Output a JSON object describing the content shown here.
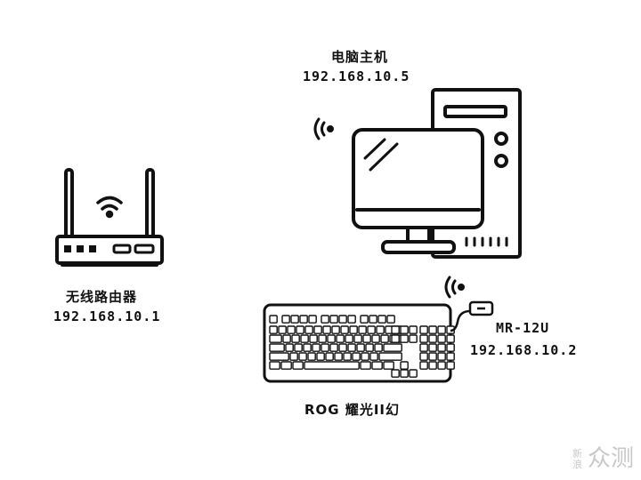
{
  "pc": {
    "name": "电脑主机",
    "ip": "192.168.10.5"
  },
  "router": {
    "name": "无线路由器",
    "ip": "192.168.10.1"
  },
  "receiver": {
    "model": "MR-12U",
    "ip": "192.168.10.2"
  },
  "keyboard": {
    "name": "ROG 耀光II幻"
  },
  "watermark": {
    "small": "新浪",
    "big": "众测"
  }
}
